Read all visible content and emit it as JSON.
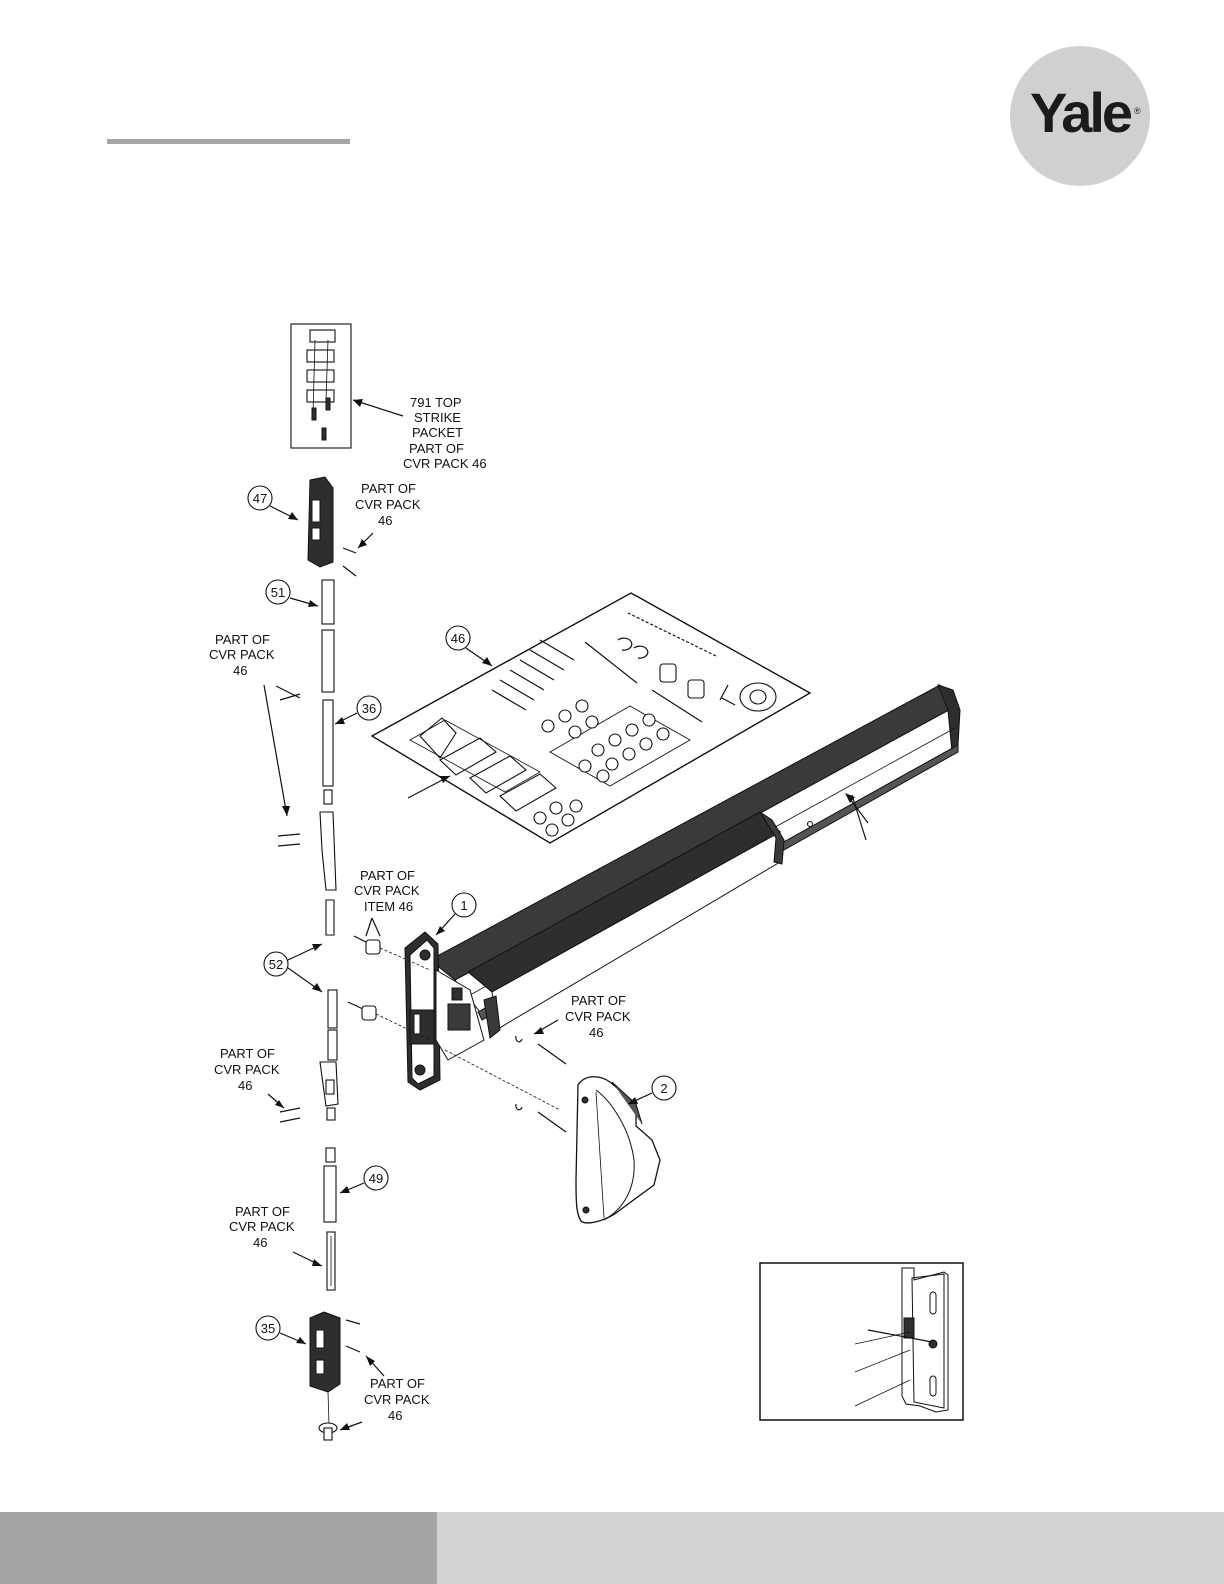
{
  "brand": {
    "logo_text": "Yale",
    "registered_mark": "®"
  },
  "callouts": [
    {
      "id": "c47",
      "number": "47"
    },
    {
      "id": "c51",
      "number": "51"
    },
    {
      "id": "c36",
      "number": "36"
    },
    {
      "id": "c46",
      "number": "46"
    },
    {
      "id": "c1",
      "number": "1"
    },
    {
      "id": "c52",
      "number": "52"
    },
    {
      "id": "c2",
      "number": "2"
    },
    {
      "id": "c49",
      "number": "49"
    },
    {
      "id": "c35",
      "number": "35"
    }
  ],
  "labels": {
    "top_strike": [
      "791 TOP",
      "STRIKE",
      "PACKET",
      "PART OF",
      "CVR PACK 46"
    ],
    "part_of_cvr_pack_46": [
      "PART OF",
      "CVR PACK",
      "46"
    ],
    "part_of_cvr_pack_item_46": [
      "PART OF",
      "CVR PACK",
      "ITEM 46"
    ]
  },
  "colors": {
    "title_rule": "#a6a6a6",
    "logo_circle": "#d0d0d0",
    "footer_left": "#a5a5a5",
    "footer_right": "#d3d3d3",
    "part_dark": "#2e2e2e"
  }
}
